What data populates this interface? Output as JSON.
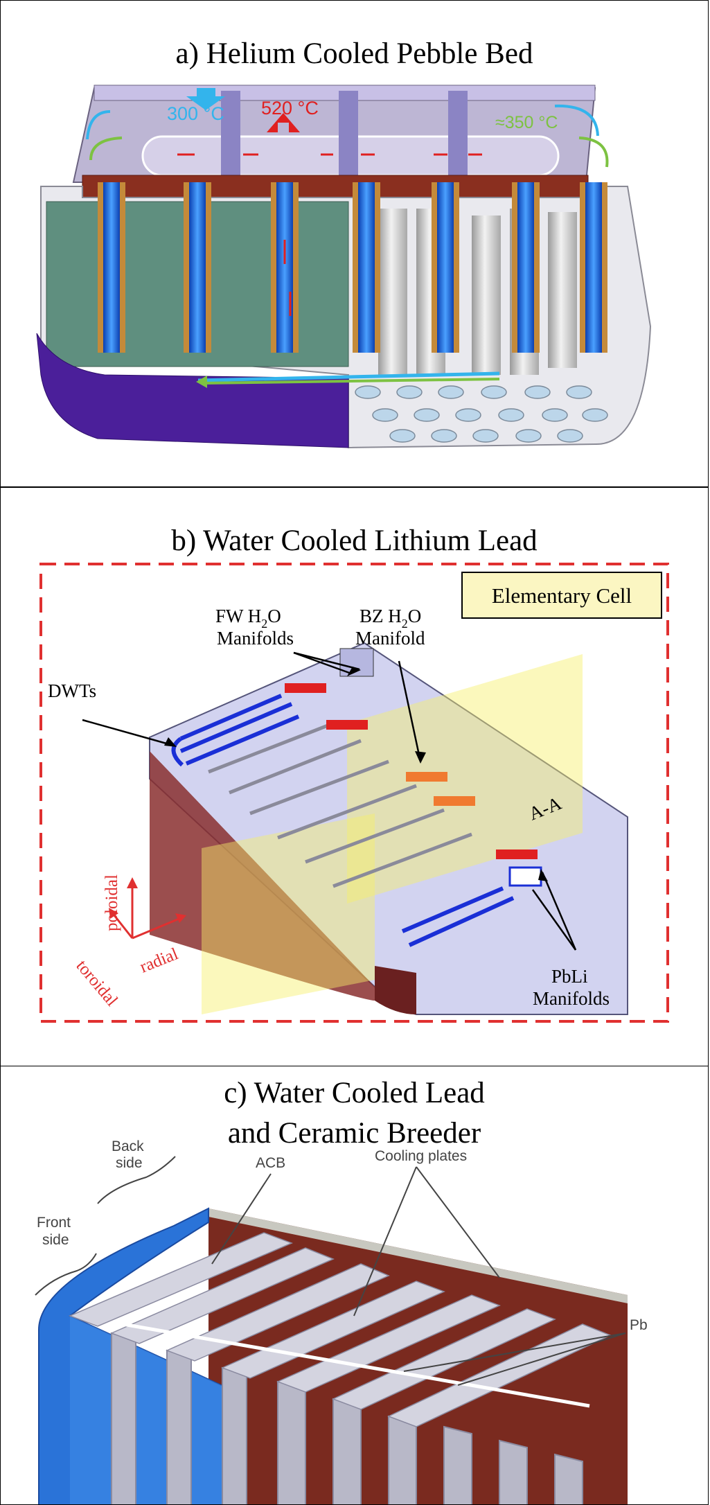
{
  "panel_a": {
    "title": "a) Helium Cooled Pebble Bed",
    "temp_inlet": "300 °C",
    "temp_hot": "520 °C",
    "temp_outlet": "≈350 °C"
  },
  "panel_b": {
    "title": "b) Water Cooled Lithium Lead",
    "elementary_cell": "Elementary Cell",
    "fw_line1": "FW H",
    "fw_sub": "2",
    "fw_tail": "O",
    "fw_line2": "Manifolds",
    "bz_line1": "BZ H",
    "bz_sub": "2",
    "bz_tail": "O",
    "bz_line2": "Manifold",
    "dwts": "DWTs",
    "section": "A-A",
    "pbli_line1": "PbLi",
    "pbli_line2": "Manifolds",
    "axis_poloidal": "poloidal",
    "axis_toroidal": "toroidal",
    "axis_radial": "radial"
  },
  "panel_c": {
    "title_line1": "c) Water Cooled Lead",
    "title_line2": "and Ceramic Breeder",
    "acb": "ACB",
    "cooling_plates": "Cooling plates",
    "back_line1": "Back",
    "back_line2": "side",
    "front_line1": "Front",
    "front_line2": "side",
    "pb": "Pb"
  },
  "colors": {
    "coolant_blue": "#1f5fd6",
    "inlet_cyan": "#33b4ec",
    "hot_red": "#e02020",
    "outlet_green": "#7dc242",
    "breeder_green": "#5f8f7f",
    "structure_purple": "#4b1f9a",
    "pb_brown": "#7a2a1f",
    "plate_blue": "#2a73d8",
    "dashed_red": "#e03030",
    "cell_yellow": "#fbf6c2"
  }
}
